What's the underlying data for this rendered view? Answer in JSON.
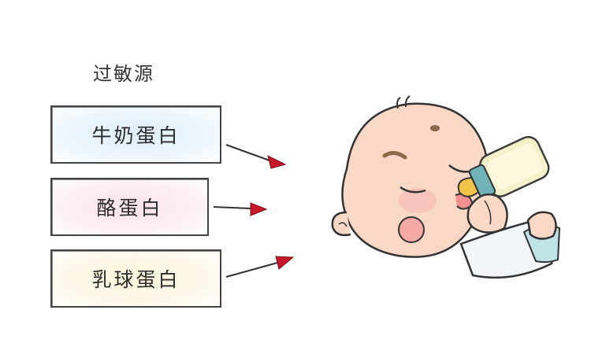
{
  "title": "过敏源",
  "allergens": [
    {
      "label": "牛奶蛋白"
    },
    {
      "label": "酪蛋白"
    },
    {
      "label": "乳球蛋白"
    }
  ],
  "colors": {
    "arrow": "#c8172b",
    "box1": "#ddeefa",
    "box2": "#fbe3ea",
    "box3": "#fcf3d9"
  },
  "icons": {
    "illustration": "baby-drinking-bottle-icon"
  }
}
